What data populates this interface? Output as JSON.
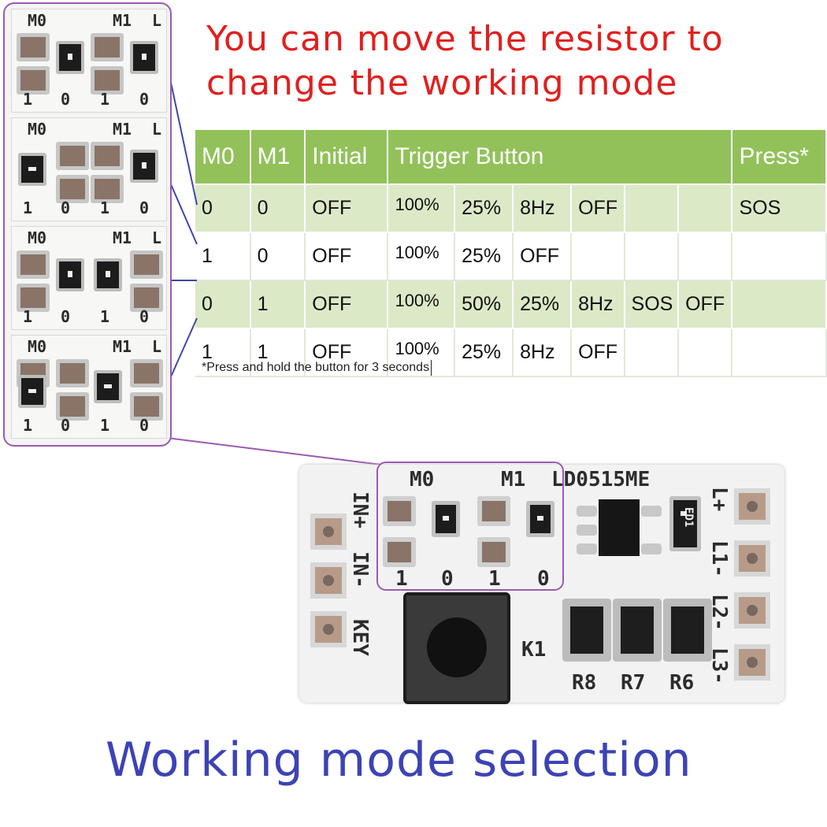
{
  "headline": {
    "line1": "You can move the resistor to",
    "line2": "change the working mode"
  },
  "table": {
    "header": [
      "M0",
      "M1",
      "Initial",
      "Trigger Button",
      "Press*"
    ],
    "rows": [
      [
        "0",
        "0",
        "OFF",
        "100%",
        "25%",
        "8Hz",
        "OFF",
        "",
        "",
        "SOS"
      ],
      [
        "1",
        "0",
        "OFF",
        "100%",
        "25%",
        "OFF",
        "",
        "",
        "",
        ""
      ],
      [
        "0",
        "1",
        "OFF",
        "100%",
        "50%",
        "25%",
        "8Hz",
        "SOS",
        "OFF",
        ""
      ],
      [
        "1",
        "1",
        "OFF",
        "100%",
        "25%",
        "8Hz",
        "OFF",
        "",
        "",
        ""
      ]
    ]
  },
  "note": "*Press and hold the button for 3 seconds",
  "footer": "Working mode selection",
  "strip": {
    "label_m0": "M0",
    "label_m1": "M1",
    "label_l": "L",
    "digits": [
      "1",
      "0",
      "1",
      "0"
    ]
  },
  "board": {
    "m0": "M0",
    "m1": "M1",
    "model": "LD0515ME",
    "left_labels": [
      "IN+",
      "IN-",
      "KEY"
    ],
    "right_labels": [
      "L+",
      "L1-",
      "L2-",
      "L3-"
    ],
    "digits": [
      "1",
      "0",
      "1",
      "0"
    ],
    "k1": "K1",
    "resistors": [
      "R8",
      "R7",
      "R6"
    ],
    "chip_code": "ED1"
  },
  "colors": {
    "headline": "#e0201e",
    "footer": "#3c43b5",
    "table_header": "#92c15a",
    "table_band": "#dbe9c7",
    "highlight": "#9b59b6",
    "connector": "#3d47a8"
  }
}
